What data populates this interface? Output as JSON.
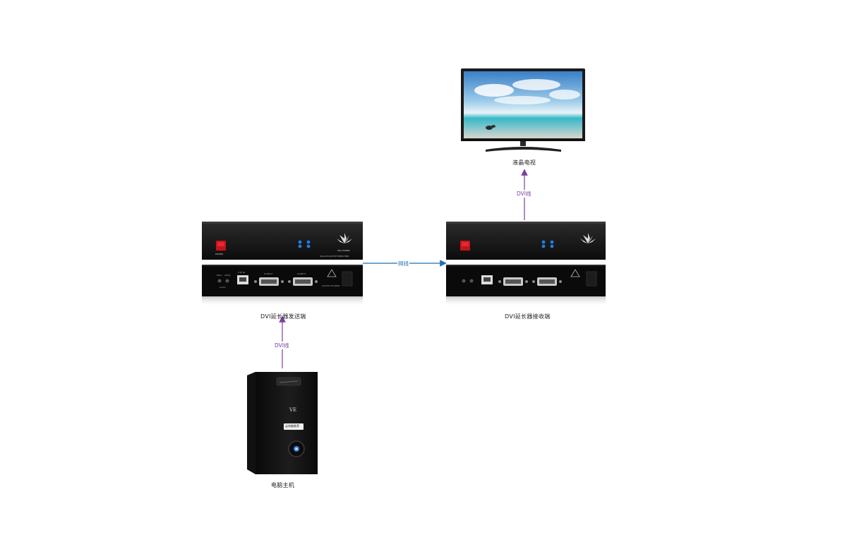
{
  "nodes": {
    "tv": {
      "label": "液晶电视"
    },
    "sender": {
      "label": "DVI延长器发送端"
    },
    "receiver": {
      "label": "DVI延长器接收端"
    },
    "pc": {
      "label": "电脑主机"
    }
  },
  "links": {
    "pc_to_sender": {
      "label": "DVI线",
      "color": "#7b3fa0"
    },
    "sender_to_receiver": {
      "label": "网线",
      "color": "#1f6fb0"
    },
    "receiver_to_tv": {
      "label": "DVI线",
      "color": "#7b3fa0"
    }
  },
  "device_panel": {
    "brand": "SZL-TOWER",
    "model": "VGA-DVI-4/8 EXT-MOD-HDR",
    "power": "POWER",
    "ports": {
      "audio_1": "MIC1",
      "audio_2": "AUD2",
      "audio_caption": "Audio",
      "lan": "UTP IN",
      "output_1": "OUTPUT",
      "output_2": "OUTPUT",
      "power_spec": "AC220V 50-60Hz"
    }
  },
  "pc_case": {
    "brand": "VE",
    "badge": "云电脑推荐"
  }
}
